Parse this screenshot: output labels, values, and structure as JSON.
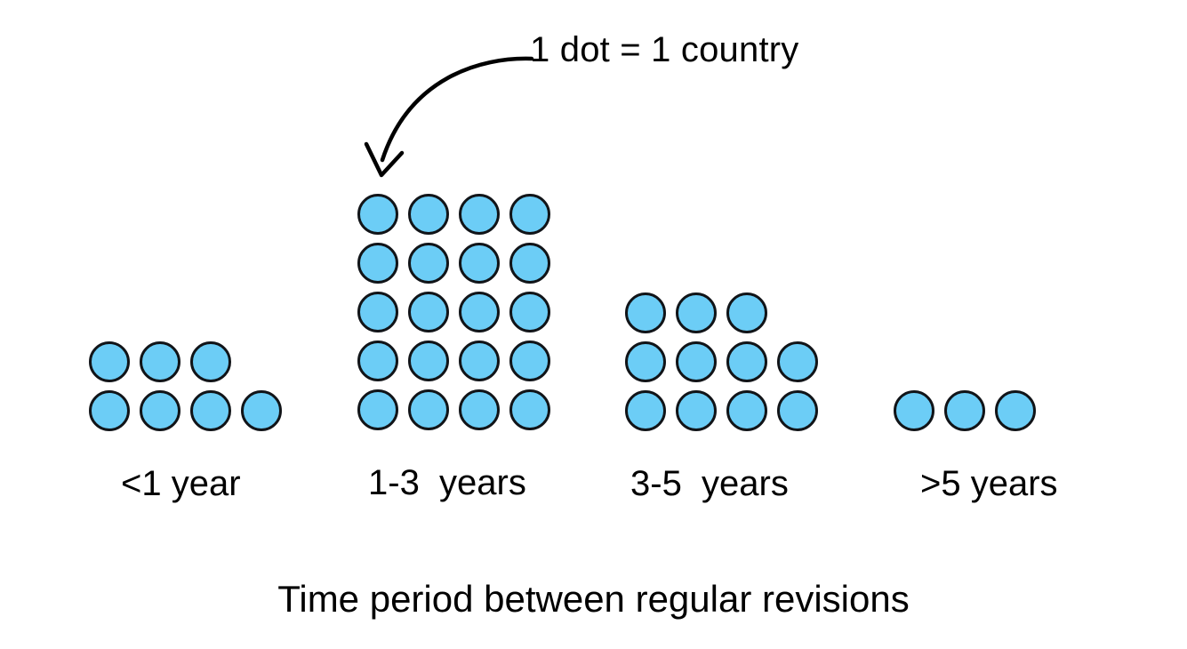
{
  "chart_data": {
    "type": "bar",
    "subtype": "dot-plot",
    "title": "",
    "xlabel": "Time period between regular revisions",
    "ylabel": "",
    "unit_note": "1 dot = 1 country",
    "dot_value": 1,
    "categories": [
      "<1 year",
      "1-3  years",
      "3-5  years",
      ">5 years"
    ],
    "values": [
      7,
      20,
      11,
      3
    ],
    "dots_per_row": 4,
    "row_layout": [
      [
        4,
        3
      ],
      [
        4,
        4,
        4,
        4,
        4
      ],
      [
        4,
        4,
        3
      ],
      [
        3
      ]
    ],
    "grid": false,
    "legend": "none",
    "colors": {
      "dot_fill": "#6ccdf6",
      "dot_stroke": "#111418",
      "text": "#000000",
      "background": "#ffffff"
    }
  },
  "annotation": {
    "text": "1 dot = 1 country",
    "arrow_icon": "curved-arrow-down-left-icon"
  },
  "caption": {
    "text": "Time period between regular revisions"
  },
  "groups": [
    {
      "label": "<1 year",
      "count": 7,
      "rows": [
        4,
        3
      ]
    },
    {
      "label": "1-3  years",
      "count": 20,
      "rows": [
        4,
        4,
        4,
        4,
        4
      ]
    },
    {
      "label": "3-5  years",
      "count": 11,
      "rows": [
        4,
        4,
        3
      ]
    },
    {
      "label": ">5 years",
      "count": 3,
      "rows": [
        3
      ]
    }
  ]
}
